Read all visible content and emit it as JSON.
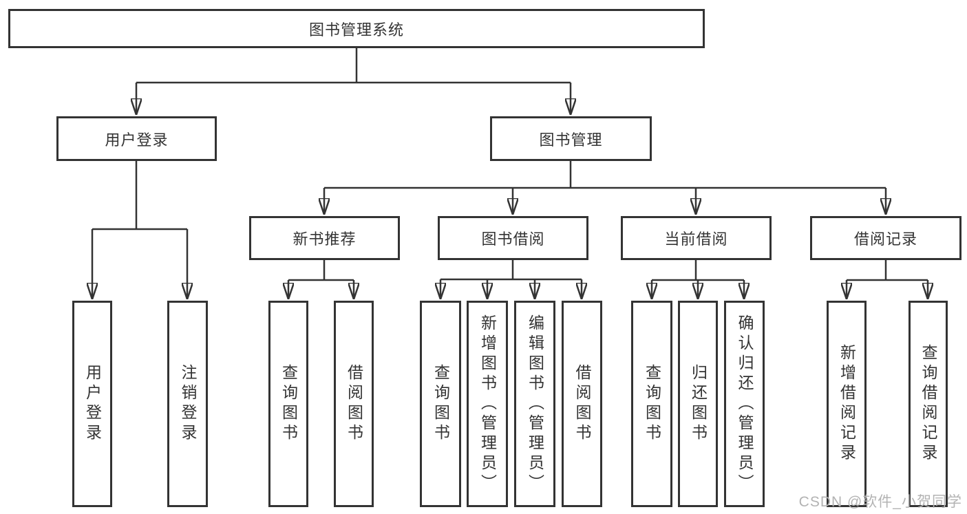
{
  "tree": {
    "label": "图书管理系统",
    "children": [
      {
        "label": "用户登录",
        "children": [
          {
            "label": "用户登录"
          },
          {
            "label": "注销登录"
          }
        ]
      },
      {
        "label": "图书管理",
        "children": [
          {
            "label": "新书推荐",
            "children": [
              {
                "label": "查询图书"
              },
              {
                "label": "借阅图书"
              }
            ]
          },
          {
            "label": "图书借阅",
            "children": [
              {
                "label": "查询图书"
              },
              {
                "label": "新增图书（管理员）"
              },
              {
                "label": "编辑图书（管理员）"
              },
              {
                "label": "借阅图书"
              }
            ]
          },
          {
            "label": "当前借阅",
            "children": [
              {
                "label": "查询图书"
              },
              {
                "label": "归还图书"
              },
              {
                "label": "确认归还（管理员）"
              }
            ]
          },
          {
            "label": "借阅记录",
            "children": [
              {
                "label": "新增借阅记录"
              },
              {
                "label": "查询借阅记录"
              }
            ]
          }
        ]
      }
    ]
  },
  "watermark": {
    "text": "CSDN @软件_小贺同学"
  },
  "colors": {
    "line": "#333333",
    "node_border": "#333333",
    "text": "#333333",
    "watermark": "#b3b3b3",
    "background": "#ffffff"
  }
}
